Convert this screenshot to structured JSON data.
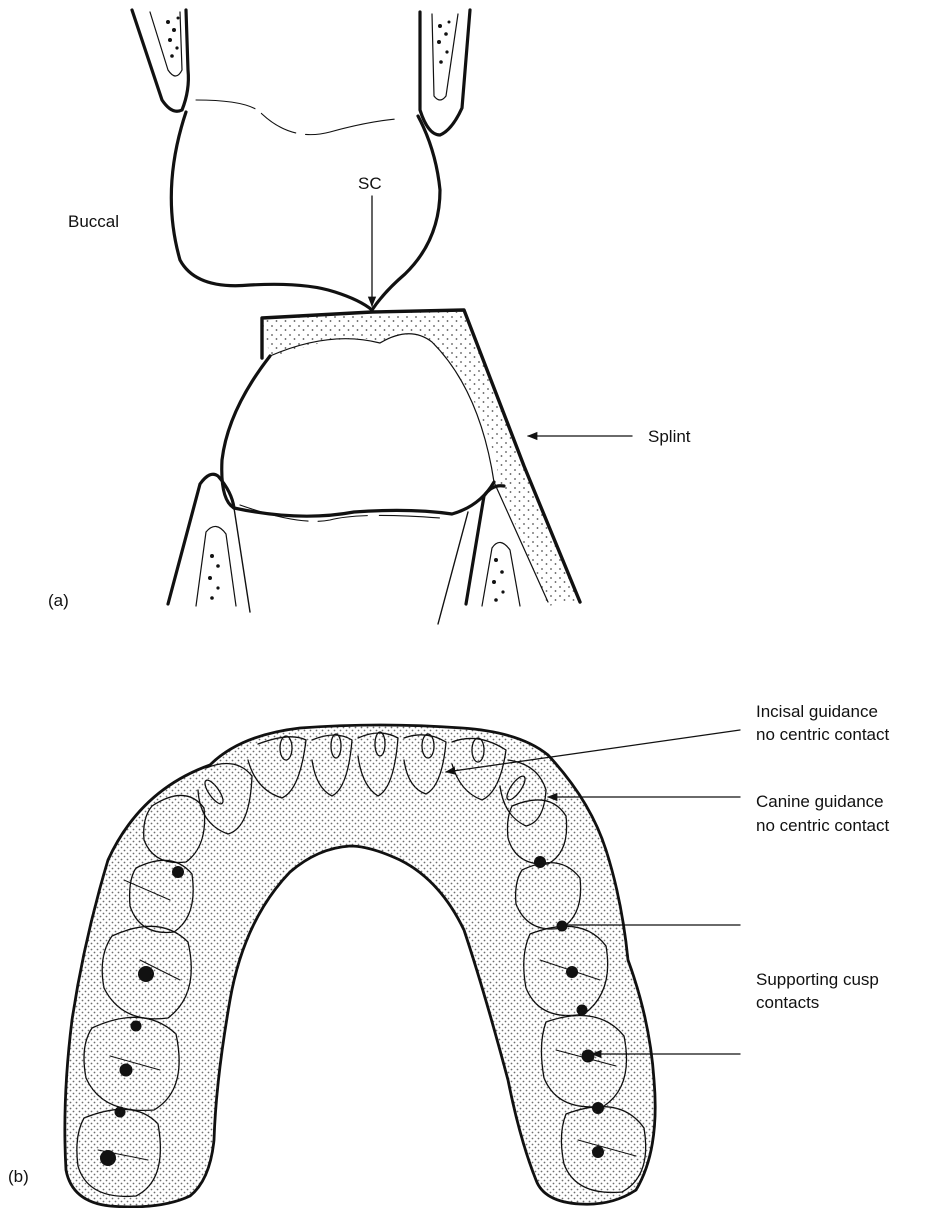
{
  "panel_a": {
    "tag": "(a)",
    "side_label": "Buccal",
    "contact_label": "SC",
    "splint_label": "Splint"
  },
  "panel_b": {
    "tag": "(b)",
    "incisal_line1": "Incisal guidance",
    "incisal_line2": "no centric contact",
    "canine_line1": "Canine guidance",
    "canine_line2": "no centric contact",
    "support_line1": "Supporting cusp",
    "support_line2": "contacts"
  },
  "colors": {
    "ink": "#111111",
    "stipple": "#8a8a8a",
    "paper": "#ffffff"
  }
}
